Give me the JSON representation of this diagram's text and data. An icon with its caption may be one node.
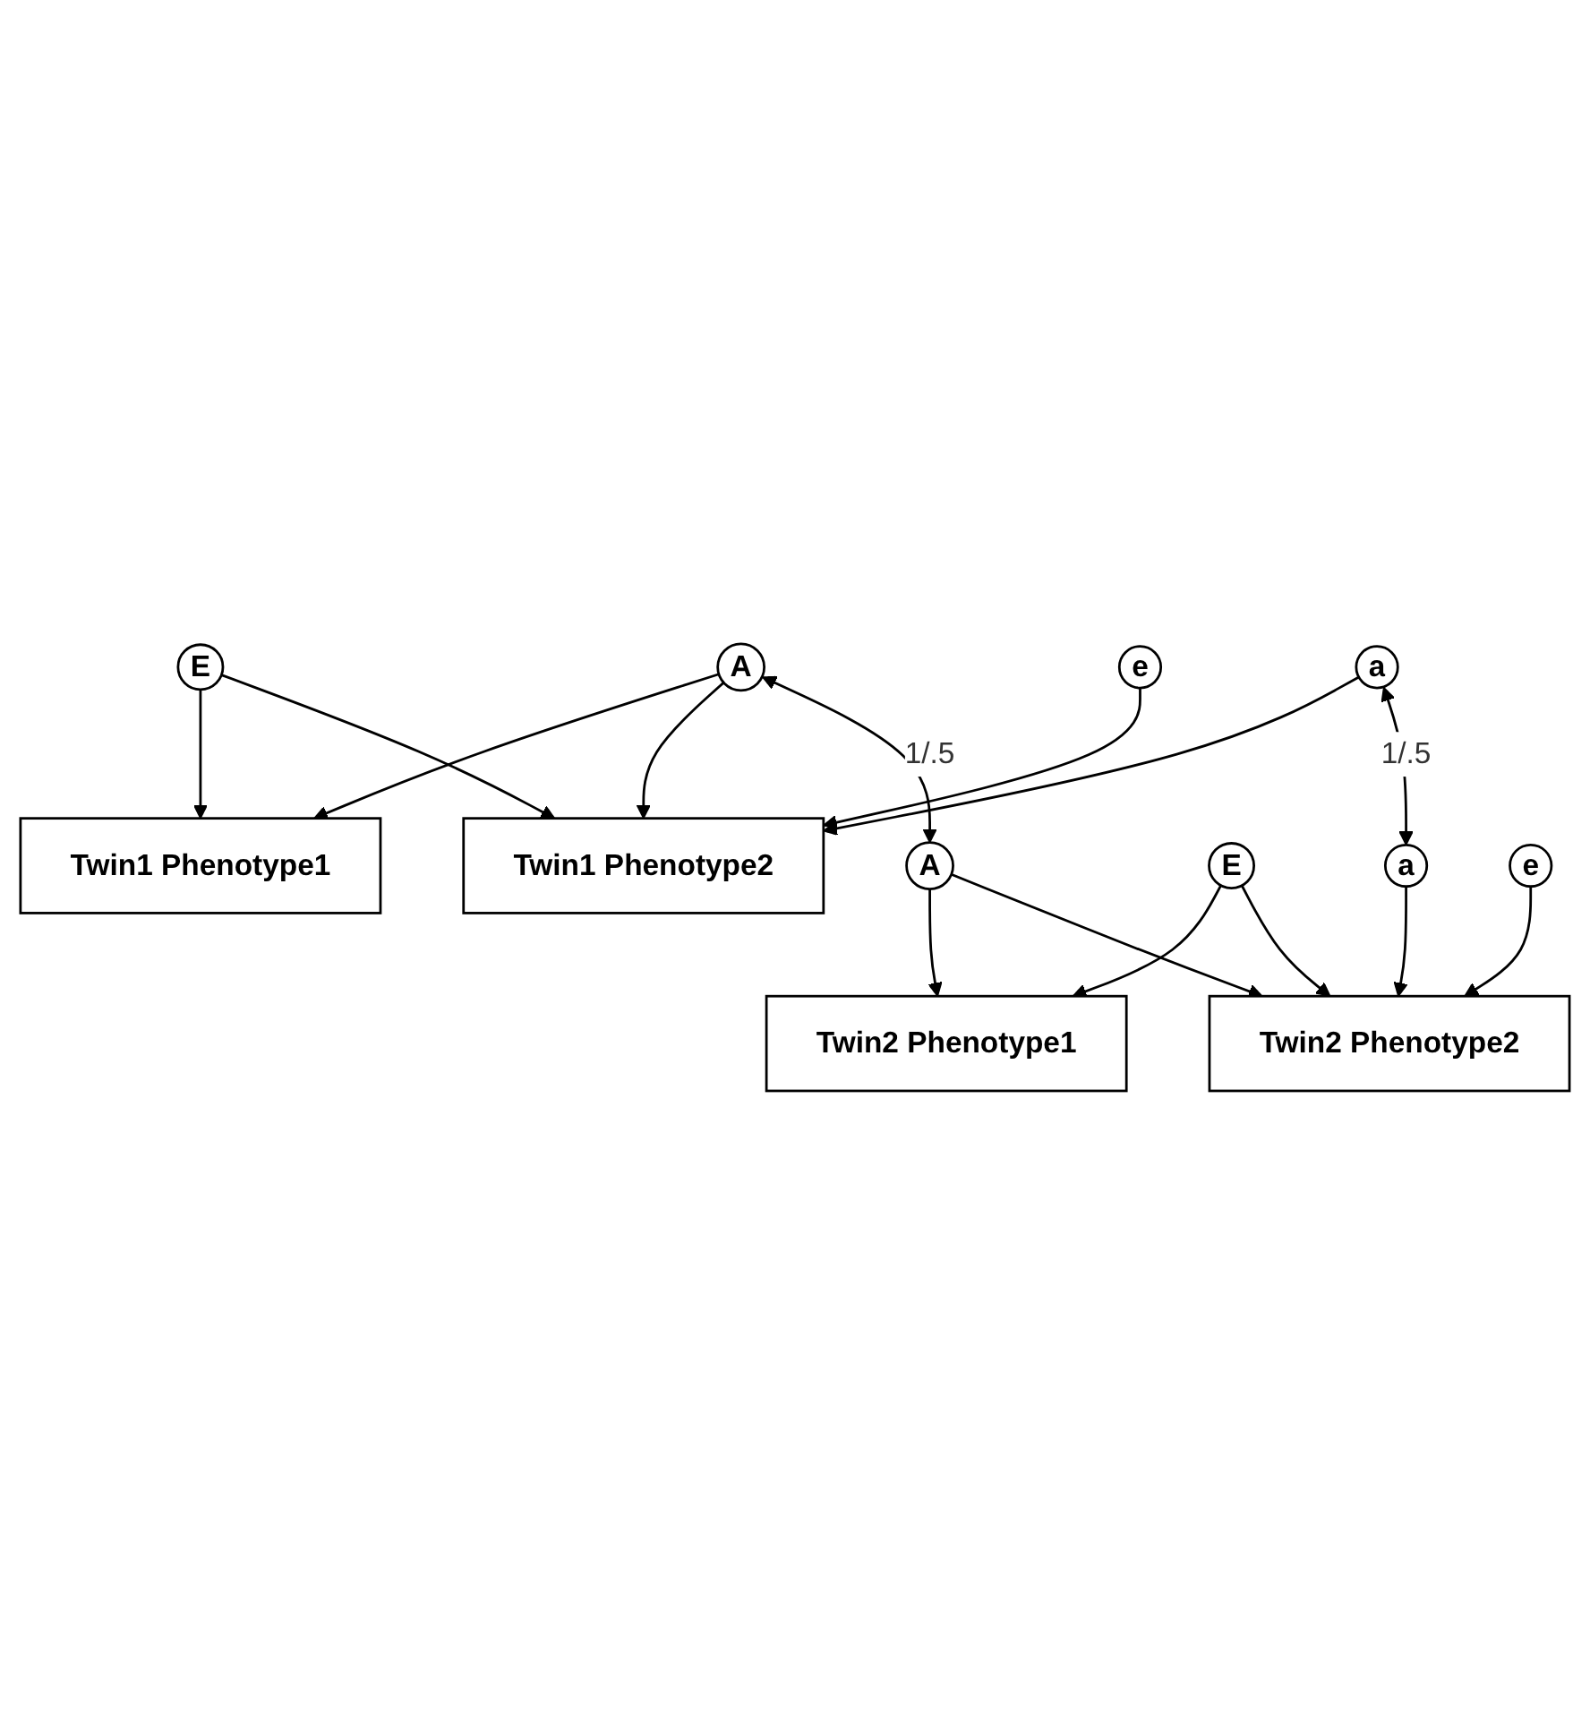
{
  "diagram": {
    "nodes": [
      {
        "text": [
          "Twin1 Phenotype1"
        ]
      },
      {
        "text": [
          "Twin1 Phenotype2"
        ]
      },
      {
        "text": [
          "A"
        ]
      },
      {
        "text": [
          "E"
        ]
      },
      {
        "text": [
          "a"
        ]
      },
      {
        "text": [
          "e"
        ]
      },
      {
        "text": [
          "A"
        ]
      },
      {
        "text": [
          "E"
        ]
      },
      {
        "text": [
          "a"
        ]
      },
      {
        "text": [
          "e"
        ]
      },
      {
        "text": [
          "Twin2 Phenotype1"
        ]
      },
      {
        "text": [
          "Twin2 Phenotype2"
        ]
      }
    ],
    "edges": [
      {
        "from": 2,
        "to": 0,
        "arrow": "to"
      },
      {
        "from": 2,
        "to": 1,
        "arrow": "to"
      },
      {
        "from": 3,
        "to": 0,
        "arrow": "to"
      },
      {
        "from": 3,
        "to": 1,
        "arrow": "to"
      },
      {
        "from": 4,
        "to": 1,
        "arrow": "to"
      },
      {
        "from": 5,
        "to": 1,
        "arrow": "to"
      },
      {
        "from": 2,
        "to": 6,
        "arrow": "both",
        "label": "1/.5"
      },
      {
        "from": 4,
        "to": 8,
        "arrow": "both",
        "label": "1/.5"
      },
      {
        "from": 6,
        "to": 10,
        "arrow": "to"
      },
      {
        "from": 6,
        "to": 11,
        "arrow": "to"
      },
      {
        "from": 7,
        "to": 10,
        "arrow": "to"
      },
      {
        "from": 7,
        "to": 11,
        "arrow": "to"
      },
      {
        "from": 8,
        "to": 11,
        "arrow": "to"
      },
      {
        "from": 9,
        "to": 11,
        "arrow": "to"
      }
    ]
  }
}
